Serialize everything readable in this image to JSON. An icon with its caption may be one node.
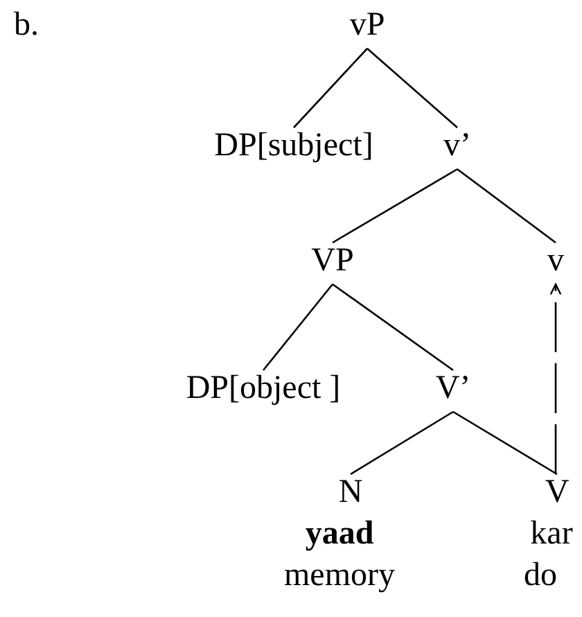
{
  "diagram": {
    "nodes": [
      {
        "text": [
          "vP"
        ]
      },
      {
        "text": [
          "DP[subject]"
        ]
      },
      {
        "text": [
          "v’"
        ]
      },
      {
        "text": [
          "VP"
        ]
      },
      {
        "text": [
          "v"
        ]
      },
      {
        "text": [
          "DP[object ]"
        ]
      },
      {
        "text": [
          "V’"
        ]
      },
      {
        "text": [
          "N"
        ],
        "beside": [
          "yaad",
          "memory"
        ]
      },
      {
        "text": [
          "V"
        ],
        "beside": [
          "kar",
          "do"
        ]
      }
    ],
    "edges": [
      {
        "from": 0,
        "to": 1,
        "arrow": "none"
      },
      {
        "from": 0,
        "to": 2,
        "arrow": "none"
      },
      {
        "from": 2,
        "to": 3,
        "arrow": "none"
      },
      {
        "from": 2,
        "to": 4,
        "arrow": "none"
      },
      {
        "from": 3,
        "to": 5,
        "arrow": "none"
      },
      {
        "from": 3,
        "to": 6,
        "arrow": "none"
      },
      {
        "from": 6,
        "to": 7,
        "arrow": "none"
      },
      {
        "from": 6,
        "to": 8,
        "arrow": "none"
      },
      {
        "from": 8,
        "to": 4,
        "arrow": "to",
        "style": "dashed"
      }
    ],
    "labels": [
      "b."
    ]
  }
}
